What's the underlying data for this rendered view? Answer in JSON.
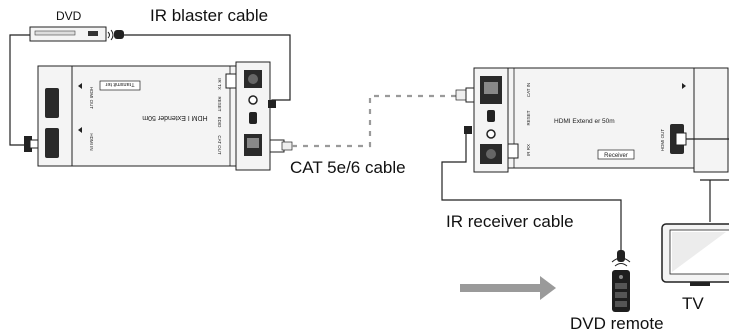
{
  "labels": {
    "dvd": "DVD",
    "ir_blaster_cable": "IR blaster cable",
    "cat_cable": "CAT 5e/6 cable",
    "ir_receiver_cable": "IR receiver cable",
    "tv": "TV",
    "dvd_remote": "DVD remote"
  },
  "transmitter": {
    "product_name": "HDM I Extender 50m",
    "badge": "Transmit ter",
    "port_hdmi_out": "HDMI OUT",
    "port_hdmi_in": "HDMI IN",
    "port_ir_tx": "IR TX",
    "port_reset": "RESET",
    "port_edid": "EDID",
    "port_cat_out": "CAT OUT"
  },
  "receiver": {
    "product_name": "HDMI Extend     er 50m",
    "badge": "Receiver",
    "port_hdmi_out": "HDMI OUT",
    "port_ir_rx": "IR RX",
    "port_reset": "RESET",
    "port_cat_in": "CAT IN"
  },
  "colors": {
    "outline": "#222222",
    "device_fill": "#f4f4f4",
    "port_fill": "#2a2a2a",
    "cat_cable": "#9a9a9a",
    "arrow": "#9a9a9a"
  }
}
